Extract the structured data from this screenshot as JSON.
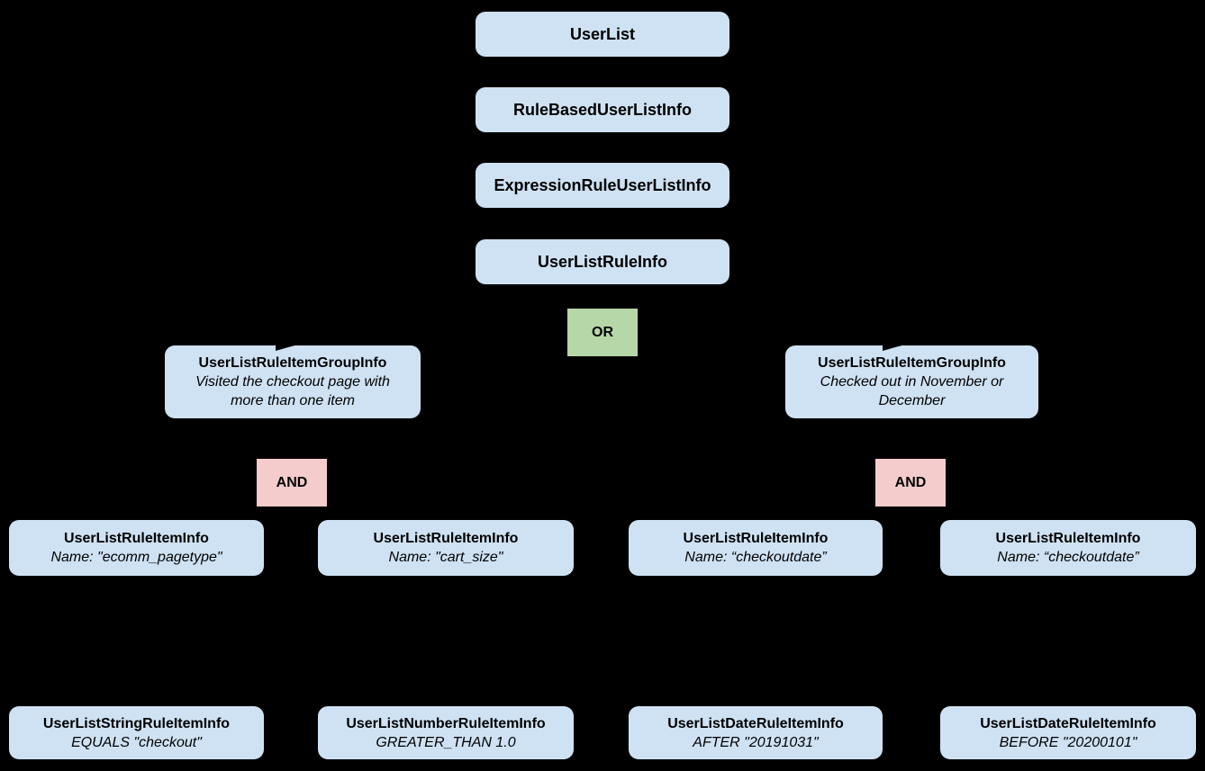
{
  "colors": {
    "background": "#000000",
    "class_box_fill": "#cfe2f3",
    "or_box_fill": "#b6d7a8",
    "and_box_fill": "#f4cccc",
    "text": "#000000"
  },
  "icons": {
    "arrowhead": "black curved connector arrow tip overlapping group box"
  },
  "nodes": {
    "userlist": {
      "label": "UserList"
    },
    "rule_based_user_list_info": {
      "label": "RuleBasedUserListInfo"
    },
    "expression_rule_user_list_info": {
      "label": "ExpressionRuleUserListInfo"
    },
    "user_list_rule_info": {
      "label": "UserListRuleInfo"
    },
    "or_operator": {
      "label": "OR"
    },
    "and_left": {
      "label": "AND"
    },
    "and_right": {
      "label": "AND"
    },
    "group_left": {
      "title": "UserListRuleItemGroupInfo",
      "description": "Visited the checkout page with more than one item"
    },
    "group_right": {
      "title": "UserListRuleItemGroupInfo",
      "description": "Checked out in November or December"
    },
    "rule_item_1": {
      "title": "UserListRuleItemInfo",
      "description": "Name: \"ecomm_pagetype\""
    },
    "rule_item_2": {
      "title": "UserListRuleItemInfo",
      "description": "Name: \"cart_size\""
    },
    "rule_item_3": {
      "title": "UserListRuleItemInfo",
      "description": "Name: “checkoutdate”"
    },
    "rule_item_4": {
      "title": "UserListRuleItemInfo",
      "description": "Name: “checkoutdate”"
    },
    "leaf_string": {
      "title": "UserListStringRuleItemInfo",
      "description": "EQUALS \"checkout\""
    },
    "leaf_number": {
      "title": "UserListNumberRuleItemInfo",
      "description": "GREATER_THAN 1.0"
    },
    "leaf_date_after": {
      "title": "UserListDateRuleItemInfo",
      "description": "AFTER \"20191031\""
    },
    "leaf_date_before": {
      "title": "UserListDateRuleItemInfo",
      "description": "BEFORE \"20200101\""
    }
  }
}
